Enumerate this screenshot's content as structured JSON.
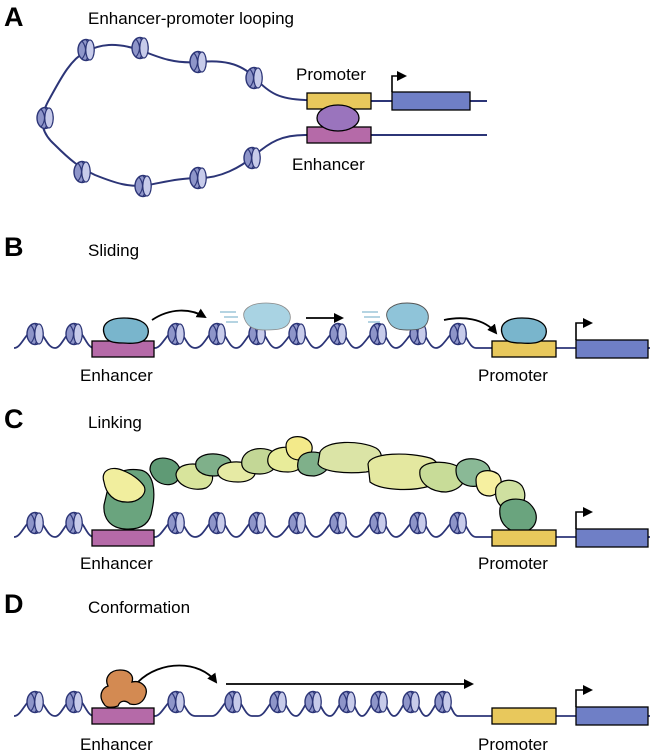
{
  "panels": {
    "a": {
      "letter": "A",
      "title": "Enhancer-promoter looping",
      "promoter": "Promoter",
      "enhancer": "Enhancer"
    },
    "b": {
      "letter": "B",
      "title": "Sliding",
      "enhancer": "Enhancer",
      "promoter": "Promoter"
    },
    "c": {
      "letter": "C",
      "title": "Linking",
      "enhancer": "Enhancer",
      "promoter": "Promoter"
    },
    "d": {
      "letter": "D",
      "title": "Conformation",
      "enhancer": "Enhancer",
      "promoter": "Promoter"
    }
  },
  "colors": {
    "dna": "#2c3577",
    "nucleosome": "#8e95c9",
    "enhancer_box": "#b56aa8",
    "promoter_box": "#e8c85c",
    "gene_box": "#6f7fc6",
    "sliding_protein": "#79b5cc",
    "linking_green": "#6aa47e",
    "linking_yellow": "#f1ee9e",
    "conformation_protein": "#d38a52",
    "looping_protein": "#9a74bd"
  },
  "icons": {
    "transcription_arrow": "bent-arrow-icon",
    "nucleosome": "nucleosome-icon"
  }
}
